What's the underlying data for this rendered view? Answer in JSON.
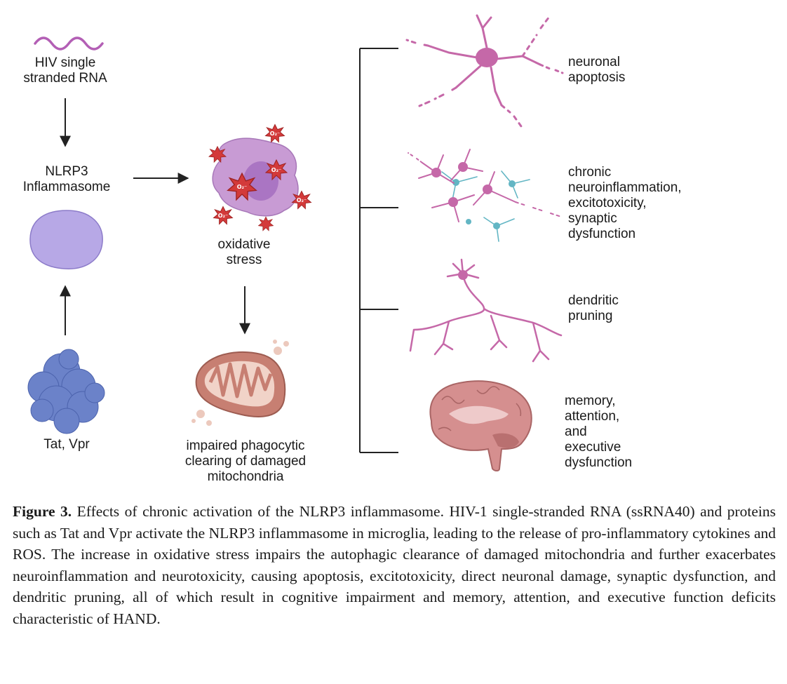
{
  "figure": {
    "labels": {
      "hiv_rna": "HIV single\nstranded RNA",
      "nlrp3": "NLRP3\nInflammasome",
      "tat_vpr": "Tat, Vpr",
      "oxidative_stress": "oxidative\nstress",
      "impaired_clearing": "impaired phagocytic\nclearing of damaged\nmitochondria",
      "neuronal_apoptosis": "neuronal\napoptosis",
      "chronic_neuroinflammation": "chronic\nneuroinflammation,\nexcitotoxicity,\nsynaptic\ndysfunction",
      "dendritic_pruning": "dendritic\npruning",
      "memory_dysfunction": "memory,\nattention,\nand\nexecutive\ndysfunction"
    },
    "ros_symbol": "O₂⁻",
    "colors": {
      "rna": "#b35fb5",
      "inflammasome": "#b7a8e6",
      "protein": "#6b82c9",
      "microglia": "#c89bd4",
      "ros": "#d33a3a",
      "mitochondria": "#c77f72",
      "neuron": "#c568a8",
      "astrocyte": "#63b6c4",
      "brain": "#d58f8f"
    }
  },
  "caption": {
    "label": "Figure 3.",
    "text": " Effects of chronic activation of the NLRP3 inflammasome. HIV-1 single-stranded RNA (ssRNA40) and proteins such as Tat and Vpr activate the NLRP3 inflammasome in microglia, leading to the release of pro-inflammatory cytokines and ROS. The increase in oxidative stress impairs the autophagic clearance of damaged mitochondria and further exacerbates neuroinflammation and neurotoxicity, causing apoptosis, excitotoxicity, direct neuronal damage, synaptic dysfunction, and dendritic pruning, all of which result in cognitive impairment and memory, attention, and executive function deficits characteristic of HAND."
  }
}
